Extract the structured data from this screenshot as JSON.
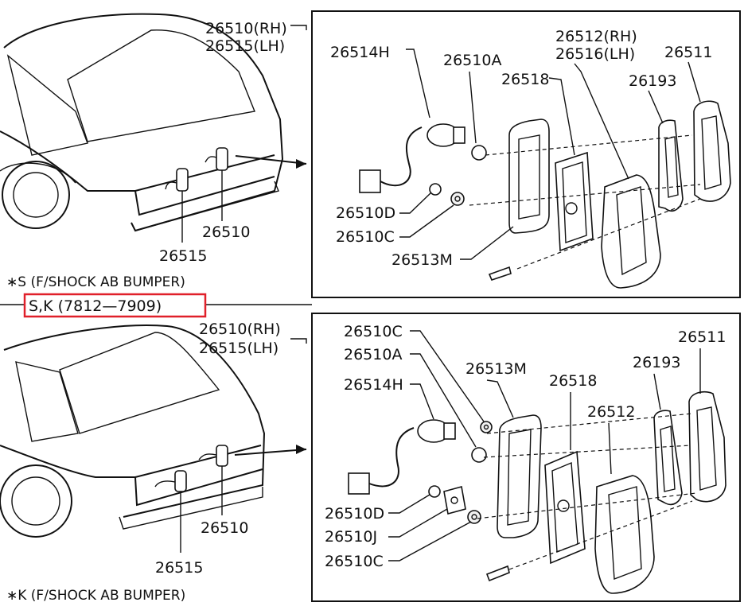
{
  "top": {
    "callout_rh": "26510(RH)",
    "callout_lh": "26515(LH)",
    "car_labels": {
      "a": "26510",
      "b": "26515"
    },
    "parts": {
      "p26514H": "26514H",
      "p26510A": "26510A",
      "p26518": "26518",
      "p26512": "26512(RH)",
      "p26516": "26516(LH)",
      "p26511": "26511",
      "p26193": "26193",
      "p26510D": "26510D",
      "p26510C": "26510C",
      "p26513M": "26513M"
    },
    "note": "∗S (F/SHOCK AB BUMPER)"
  },
  "divider_label": "S,K (7812—7909)",
  "bottom": {
    "callout_rh": "26510(RH)",
    "callout_lh": "26515(LH)",
    "car_labels": {
      "a": "26510",
      "b": "26515"
    },
    "parts": {
      "p26510C_top": "26510C",
      "p26510A": "26510A",
      "p26514H": "26514H",
      "p26513M": "26513M",
      "p26518": "26518",
      "p26512": "26512",
      "p26193": "26193",
      "p26511": "26511",
      "p26510D": "26510D",
      "p26510J": "26510J",
      "p26510C_bottom": "26510C"
    },
    "note": "∗K (F/SHOCK AB BUMPER)"
  },
  "colors": {
    "ink": "#111111",
    "highlight": "#e0202a",
    "paper": "#ffffff"
  }
}
